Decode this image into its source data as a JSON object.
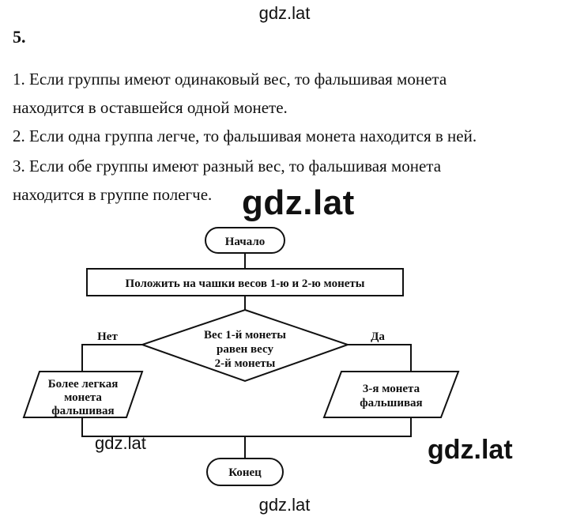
{
  "watermarks": {
    "top": "gdz.lat",
    "big": "gdz.lat",
    "left": "gdz.lat",
    "right": "gdz.lat",
    "bottom": "gdz.lat"
  },
  "task_number": "5.",
  "lines": [
    "1. Если группы имеют одинаковый вес, то фальшивая монета",
    "находится в оставшейся одной монете.",
    "2. Если одна группа легче, то фальшивая монета находится в ней.",
    "3. Если обе группы имеют разный вес, то фальшивая монета",
    "находится в группе полегче."
  ],
  "flowchart": {
    "start": "Начало",
    "step": "Положить на чашки весов 1-ю и 2-ю монеты",
    "decision": [
      "Вес 1-й монеты",
      "равен весу",
      "2-й монеты"
    ],
    "no_label": "Нет",
    "yes_label": "Да",
    "left_output": [
      "Более легкая",
      "монета",
      "фальшивая"
    ],
    "right_output": [
      "3-я монета",
      "фальшивая"
    ],
    "end": "Конец"
  }
}
